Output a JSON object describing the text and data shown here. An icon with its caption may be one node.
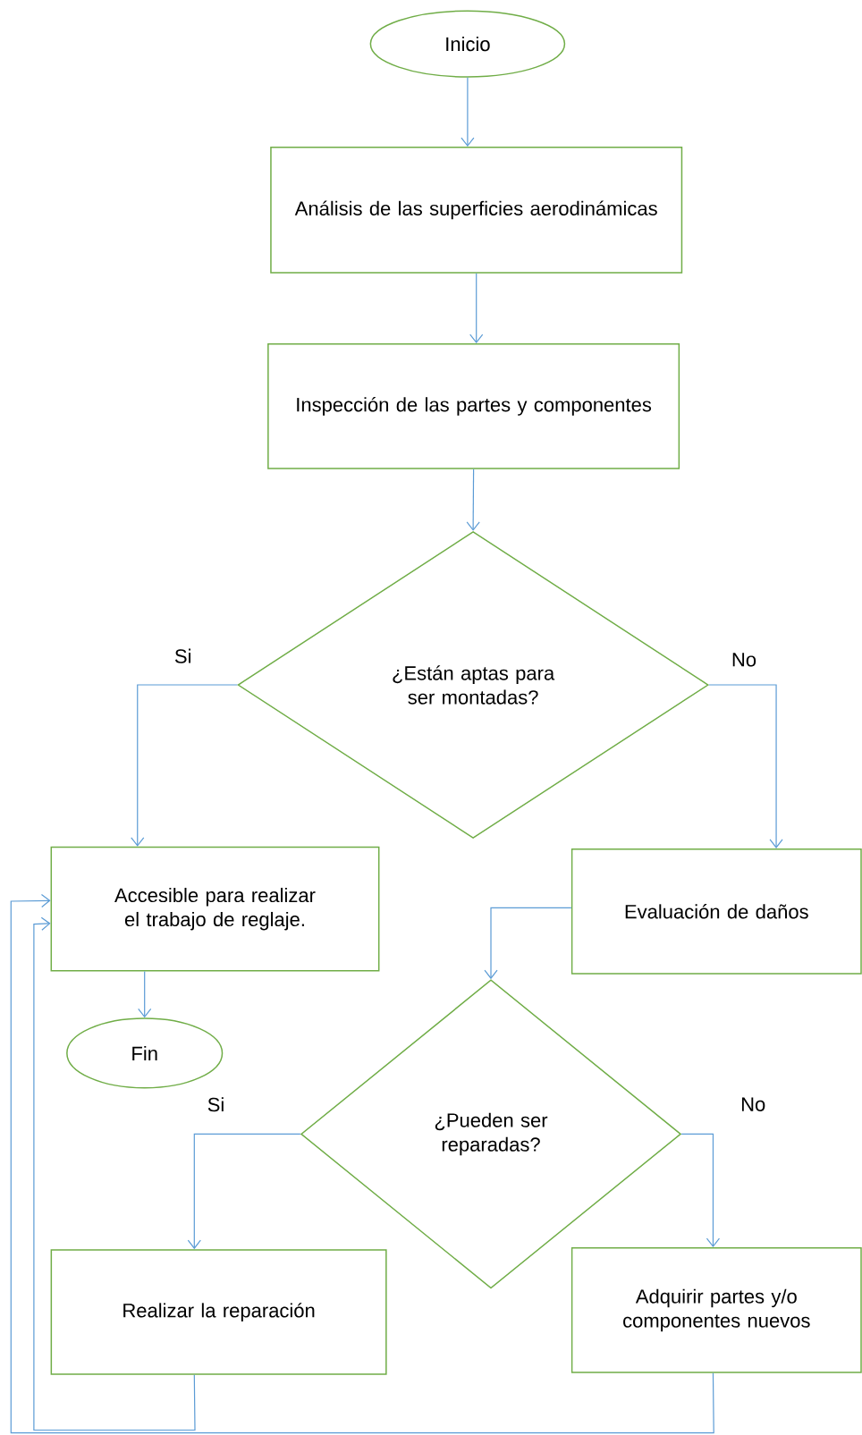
{
  "diagram": {
    "nodes": [
      {
        "text": [
          "Inicio"
        ]
      },
      {
        "text": [
          "Análisis de las superficies aerodinámicas"
        ]
      },
      {
        "text": [
          "Inspección de las partes y componentes"
        ]
      },
      {
        "text": [
          "¿Están aptas para ser montadas?"
        ]
      },
      {
        "text": [
          "Accesible para realizar el trabajo de reglaje."
        ]
      },
      {
        "text": [
          "Evaluación de daños"
        ]
      },
      {
        "text": [
          "Fin"
        ]
      },
      {
        "text": [
          "¿Pueden ser reparadas?"
        ]
      },
      {
        "text": [
          "Realizar la reparación"
        ]
      },
      {
        "text": [
          "Adquirir partes y/o componentes nuevos"
        ]
      }
    ],
    "edges": [
      {
        "from": 0,
        "to": 1,
        "arrow": "to"
      },
      {
        "from": 1,
        "to": 2,
        "arrow": "to"
      },
      {
        "from": 2,
        "to": 3,
        "arrow": "to"
      },
      {
        "from": 3,
        "to": 4,
        "arrow": "to",
        "label": "Si"
      },
      {
        "from": 3,
        "to": 5,
        "arrow": "to",
        "label": "No"
      },
      {
        "from": 5,
        "to": 7,
        "arrow": "to"
      },
      {
        "from": 4,
        "to": 6,
        "arrow": "to"
      },
      {
        "from": 7,
        "to": 8,
        "arrow": "to",
        "label": "Si"
      },
      {
        "from": 7,
        "to": 9,
        "arrow": "to",
        "label": "No"
      },
      {
        "from": 8,
        "to": 4,
        "arrow": "to"
      },
      {
        "from": 9,
        "to": 4,
        "arrow": "to"
      }
    ]
  }
}
